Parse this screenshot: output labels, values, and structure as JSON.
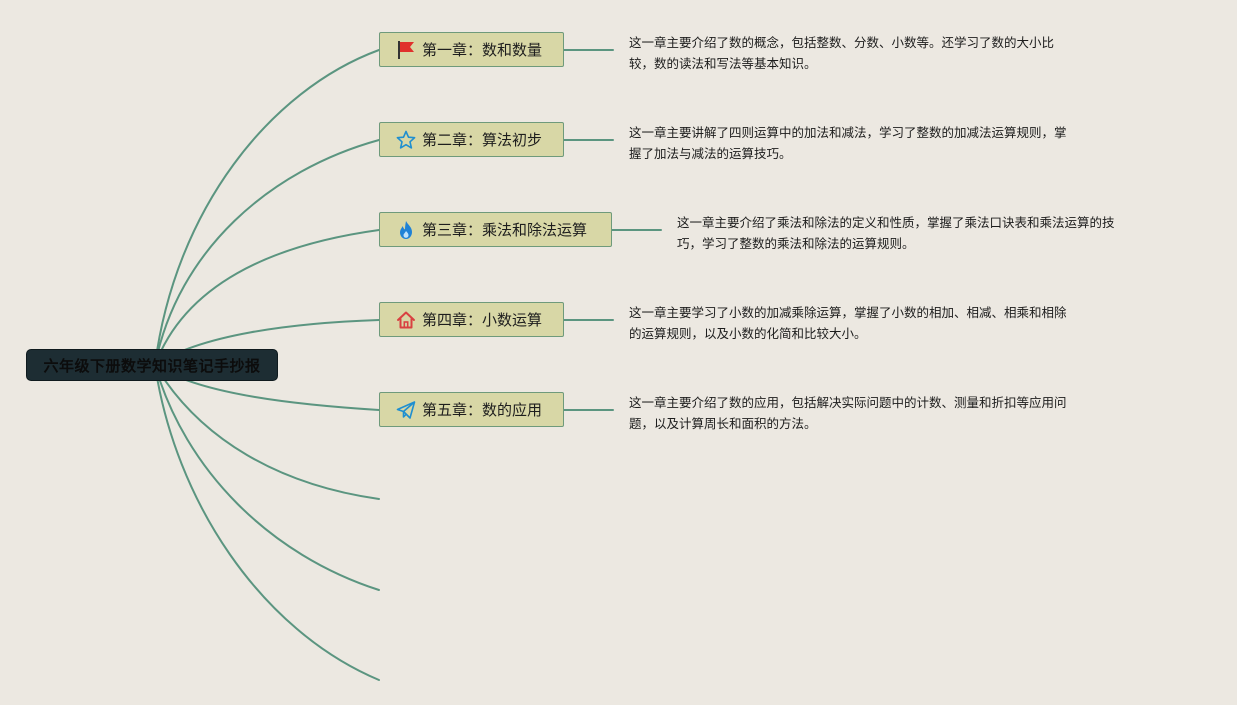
{
  "root": {
    "title": "六年级下册数学知识笔记手抄报"
  },
  "colors": {
    "background": "#ece8e1",
    "connector": "#5b9580",
    "root_fill": "#1d2d33",
    "branch_fill": "#d8d7a6",
    "branch_border": "#6f9a7b",
    "flag_red": "#e0302c",
    "star_blue": "#1f8fd0",
    "flame_blue": "#1f82d6",
    "house_red": "#d94141",
    "plane_blue": "#1f8fd0"
  },
  "branches": [
    {
      "label": "第一章：数和数量",
      "icon": "flag-icon",
      "note_line1": "这一章主要介绍了数的概念，包括整数、分数、小数等。还学习了数的大小比",
      "note_line2": "较，数的读法和写法等基本知识。"
    },
    {
      "label": "第二章：算法初步",
      "icon": "star-icon",
      "note_line1": "这一章主要讲解了四则运算中的加法和减法，学习了整数的加减法运算规则，掌",
      "note_line2": "握了加法与减法的运算技巧。"
    },
    {
      "label": "第三章：乘法和除法运算",
      "icon": "flame-icon",
      "note_line1": "这一章主要介绍了乘法和除法的定义和性质，掌握了乘法口诀表和乘法运算的技",
      "note_line2": "巧，学习了整数的乘法和除法的运算规则。"
    },
    {
      "label": "第四章：小数运算",
      "icon": "house-icon",
      "note_line1": "这一章主要学习了小数的加减乘除运算，掌握了小数的相加、相减、相乘和相除",
      "note_line2": "的运算规则，以及小数的化简和比较大小。"
    },
    {
      "label": "第五章：数的应用",
      "icon": "paper-plane-icon",
      "note_line1": "这一章主要介绍了数的应用，包括解决实际问题中的计数、测量和折扣等应用问",
      "note_line2": "题，以及计算周长和面积的方法。"
    }
  ]
}
